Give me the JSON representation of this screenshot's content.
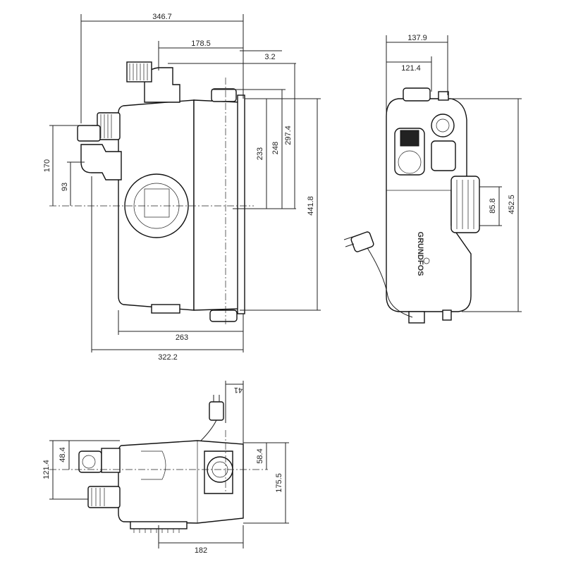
{
  "views": {
    "front": {
      "dims": {
        "width_total_top": "346.7",
        "width_mid_top": "178.5",
        "offset_top": "3.2",
        "height_233": "233",
        "height_248": "248",
        "height_297": "297.4",
        "height_441": "441.8",
        "height_170": "170",
        "height_93": "93",
        "width_263": "263",
        "width_322": "322.2"
      }
    },
    "side": {
      "dims": {
        "width_137": "137.9",
        "width_121": "121.4",
        "height_85": "85.8",
        "height_452": "452.5"
      },
      "brand": "GRUNDFOS"
    },
    "top": {
      "dims": {
        "offset_41": "41",
        "height_58": "58.4",
        "height_175": "175.5",
        "height_48": "48.4",
        "height_121": "121.4",
        "width_182": "182"
      }
    }
  }
}
